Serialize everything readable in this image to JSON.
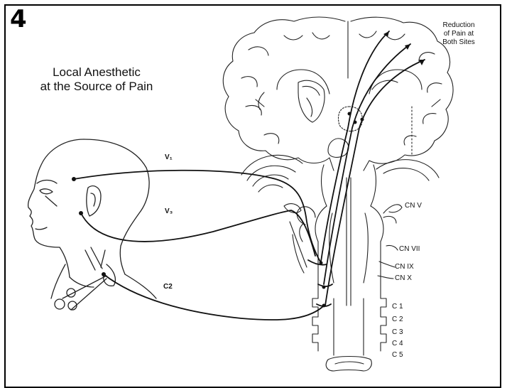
{
  "panel_number": "4",
  "title": {
    "line1": "Local Anesthetic",
    "line2": "at the Source of Pain"
  },
  "brain_note": {
    "line1": "Reduction",
    "line2": "of Pain at",
    "line3": "Both Sites"
  },
  "nerve_labels": {
    "v1": "V₁",
    "v3": "V₃",
    "c2": "C2"
  },
  "cranial_nerves": [
    "CN V",
    "CN VII",
    "CN IX",
    "CN X"
  ],
  "cervical_levels": [
    "C 1",
    "C 2",
    "C 3",
    "C 4",
    "C 5"
  ]
}
